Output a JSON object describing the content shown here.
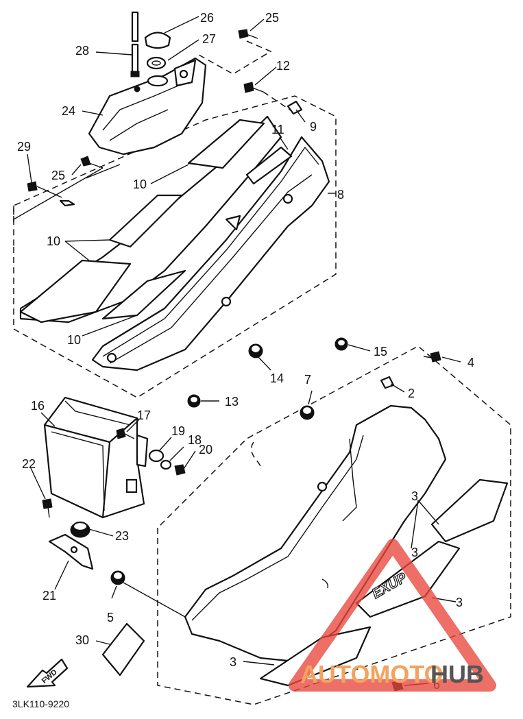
{
  "labels": {
    "l1": "2",
    "l2": "3",
    "l3": "3",
    "l4": "3",
    "l5": "3",
    "l6": "4",
    "l7": "5",
    "l8": "6",
    "l9": "7",
    "l10": "8",
    "l11": "9",
    "l12": "10",
    "l13": "10",
    "l14": "10",
    "l15": "11",
    "l16": "12",
    "l17": "13",
    "l18": "14",
    "l19": "15",
    "l20": "16",
    "l21": "17",
    "l22": "18",
    "l23": "19",
    "l24": "20",
    "l25": "21",
    "l26": "22",
    "l27": "23",
    "l28": "24",
    "l29": "25",
    "l30": "25",
    "l31": "26",
    "l32": "27",
    "l33": "28",
    "l34": "29",
    "l35": "30"
  },
  "emblem_text": "EXUP",
  "forward_arrow_text": "FWD",
  "diagram_code": "3LK110-9220",
  "watermark": {
    "part1": "AUTOMOTO",
    "part2": "HUB",
    "color_accent": "#e8463c",
    "color_text": "#f4a35f",
    "color_dark": "#555555"
  }
}
